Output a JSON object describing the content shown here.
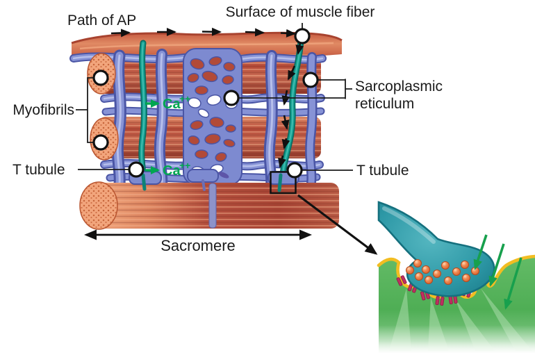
{
  "labels": {
    "path_of_ap": "Path of AP",
    "surface_of_muscle_fiber": "Surface of muscle fiber",
    "myofibrils": "Myofibrils",
    "sarcoplasmic_reticulum_line1": "Sarcoplasmic",
    "sarcoplasmic_reticulum_line2": "reticulum",
    "t_tubule_left": "T tubule",
    "t_tubule_right": "T tubule",
    "sarcomere": "Sacromere",
    "calcium_base": "Ca",
    "calcium_sup": "++"
  },
  "colors": {
    "muscle_fiber_red": "#b54a38",
    "muscle_fiber_salmon": "#f2a57c",
    "sarcoplasmic_reticulum_blue": "#7d8ad0",
    "t_tubule_teal": "#17a294",
    "calcium_green": "#00a651",
    "inset_muscle_green": "#55b158",
    "membrane_yellow": "#f2bd22",
    "vesicle_orange": "#ef8352",
    "receptor_magenta": "#bf2f62",
    "label_text": "#1b1b1b",
    "callout_marker": "#ffffff"
  }
}
